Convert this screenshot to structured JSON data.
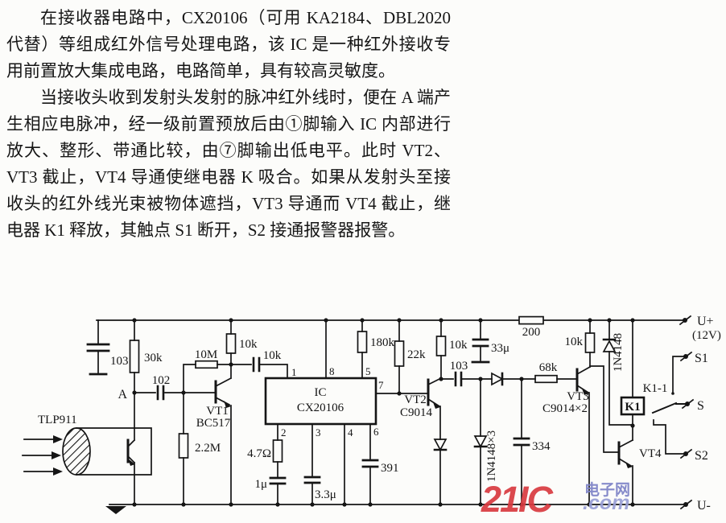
{
  "article": {
    "paragraphs": [
      "在接收器电路中，CX20106（可用 KA2184、DBL2020 代替）等组成红外信号处理电路，该 IC 是一种红外接收专用前置放大集成电路，电路简单，具有较高灵敏度。",
      "当接收头收到发射头发射的脉冲红外线时，便在 A 端产生相应电脉冲，经一级前置预放后由①脚输入 IC 内部进行放大、整形、带通比较，由⑦脚输出低电平。此时 VT2、VT3 截止，VT4 导通使继电器 K 吸合。如果从发射头至接收头的红外线光束被物体遮挡，VT3 导通而 VT4 截止，继电器 K1 释放，其触点 S1 断开，S2 接通报警器报警。"
    ]
  },
  "circuit": {
    "labels": {
      "c103a": "103",
      "r30k": "30k",
      "node_a": "A",
      "sensor": "TLP911",
      "c102": "102",
      "r10m": "10M",
      "r2m2": "2.2M",
      "vt1": "VT1",
      "vt1_model": "BC517",
      "r10k_vt1": "10k",
      "c_in": "10k",
      "ic_name": "IC",
      "ic_model": "CX20106",
      "pin1": "1",
      "pin8": "8",
      "pin5": "5",
      "pin7": "7",
      "pin2": "2",
      "pin3": "3",
      "pin4": "4",
      "pin6": "6",
      "r180k": "180k",
      "r22k": "22k",
      "r4r7": "4.7Ω",
      "c1u": "1μ",
      "c3u3": "3.3μ",
      "c391": "391",
      "vt2": "VT2",
      "vt2_model": "C9014",
      "r10k_vt2": "10k",
      "c103b": "103",
      "c33u": "33μ",
      "r200": "200",
      "d_shunt": "1N4148×3",
      "c334": "334",
      "r68k": "68k",
      "vt3": "VT3",
      "vt3_model": "C9014×2",
      "r10k_vt3": "10k",
      "d_relay": "1N4148",
      "k1": "K1",
      "k1_contact": "K1-1",
      "vt4": "VT4",
      "t_upos": "U+",
      "t_12v": "(12V)",
      "t_s1": "S1",
      "t_s": "S",
      "t_s2": "S2",
      "t_uneg": "U-"
    }
  },
  "watermark": {
    "brand": "21IC",
    "suffix": ".com",
    "cn": "电子网"
  }
}
